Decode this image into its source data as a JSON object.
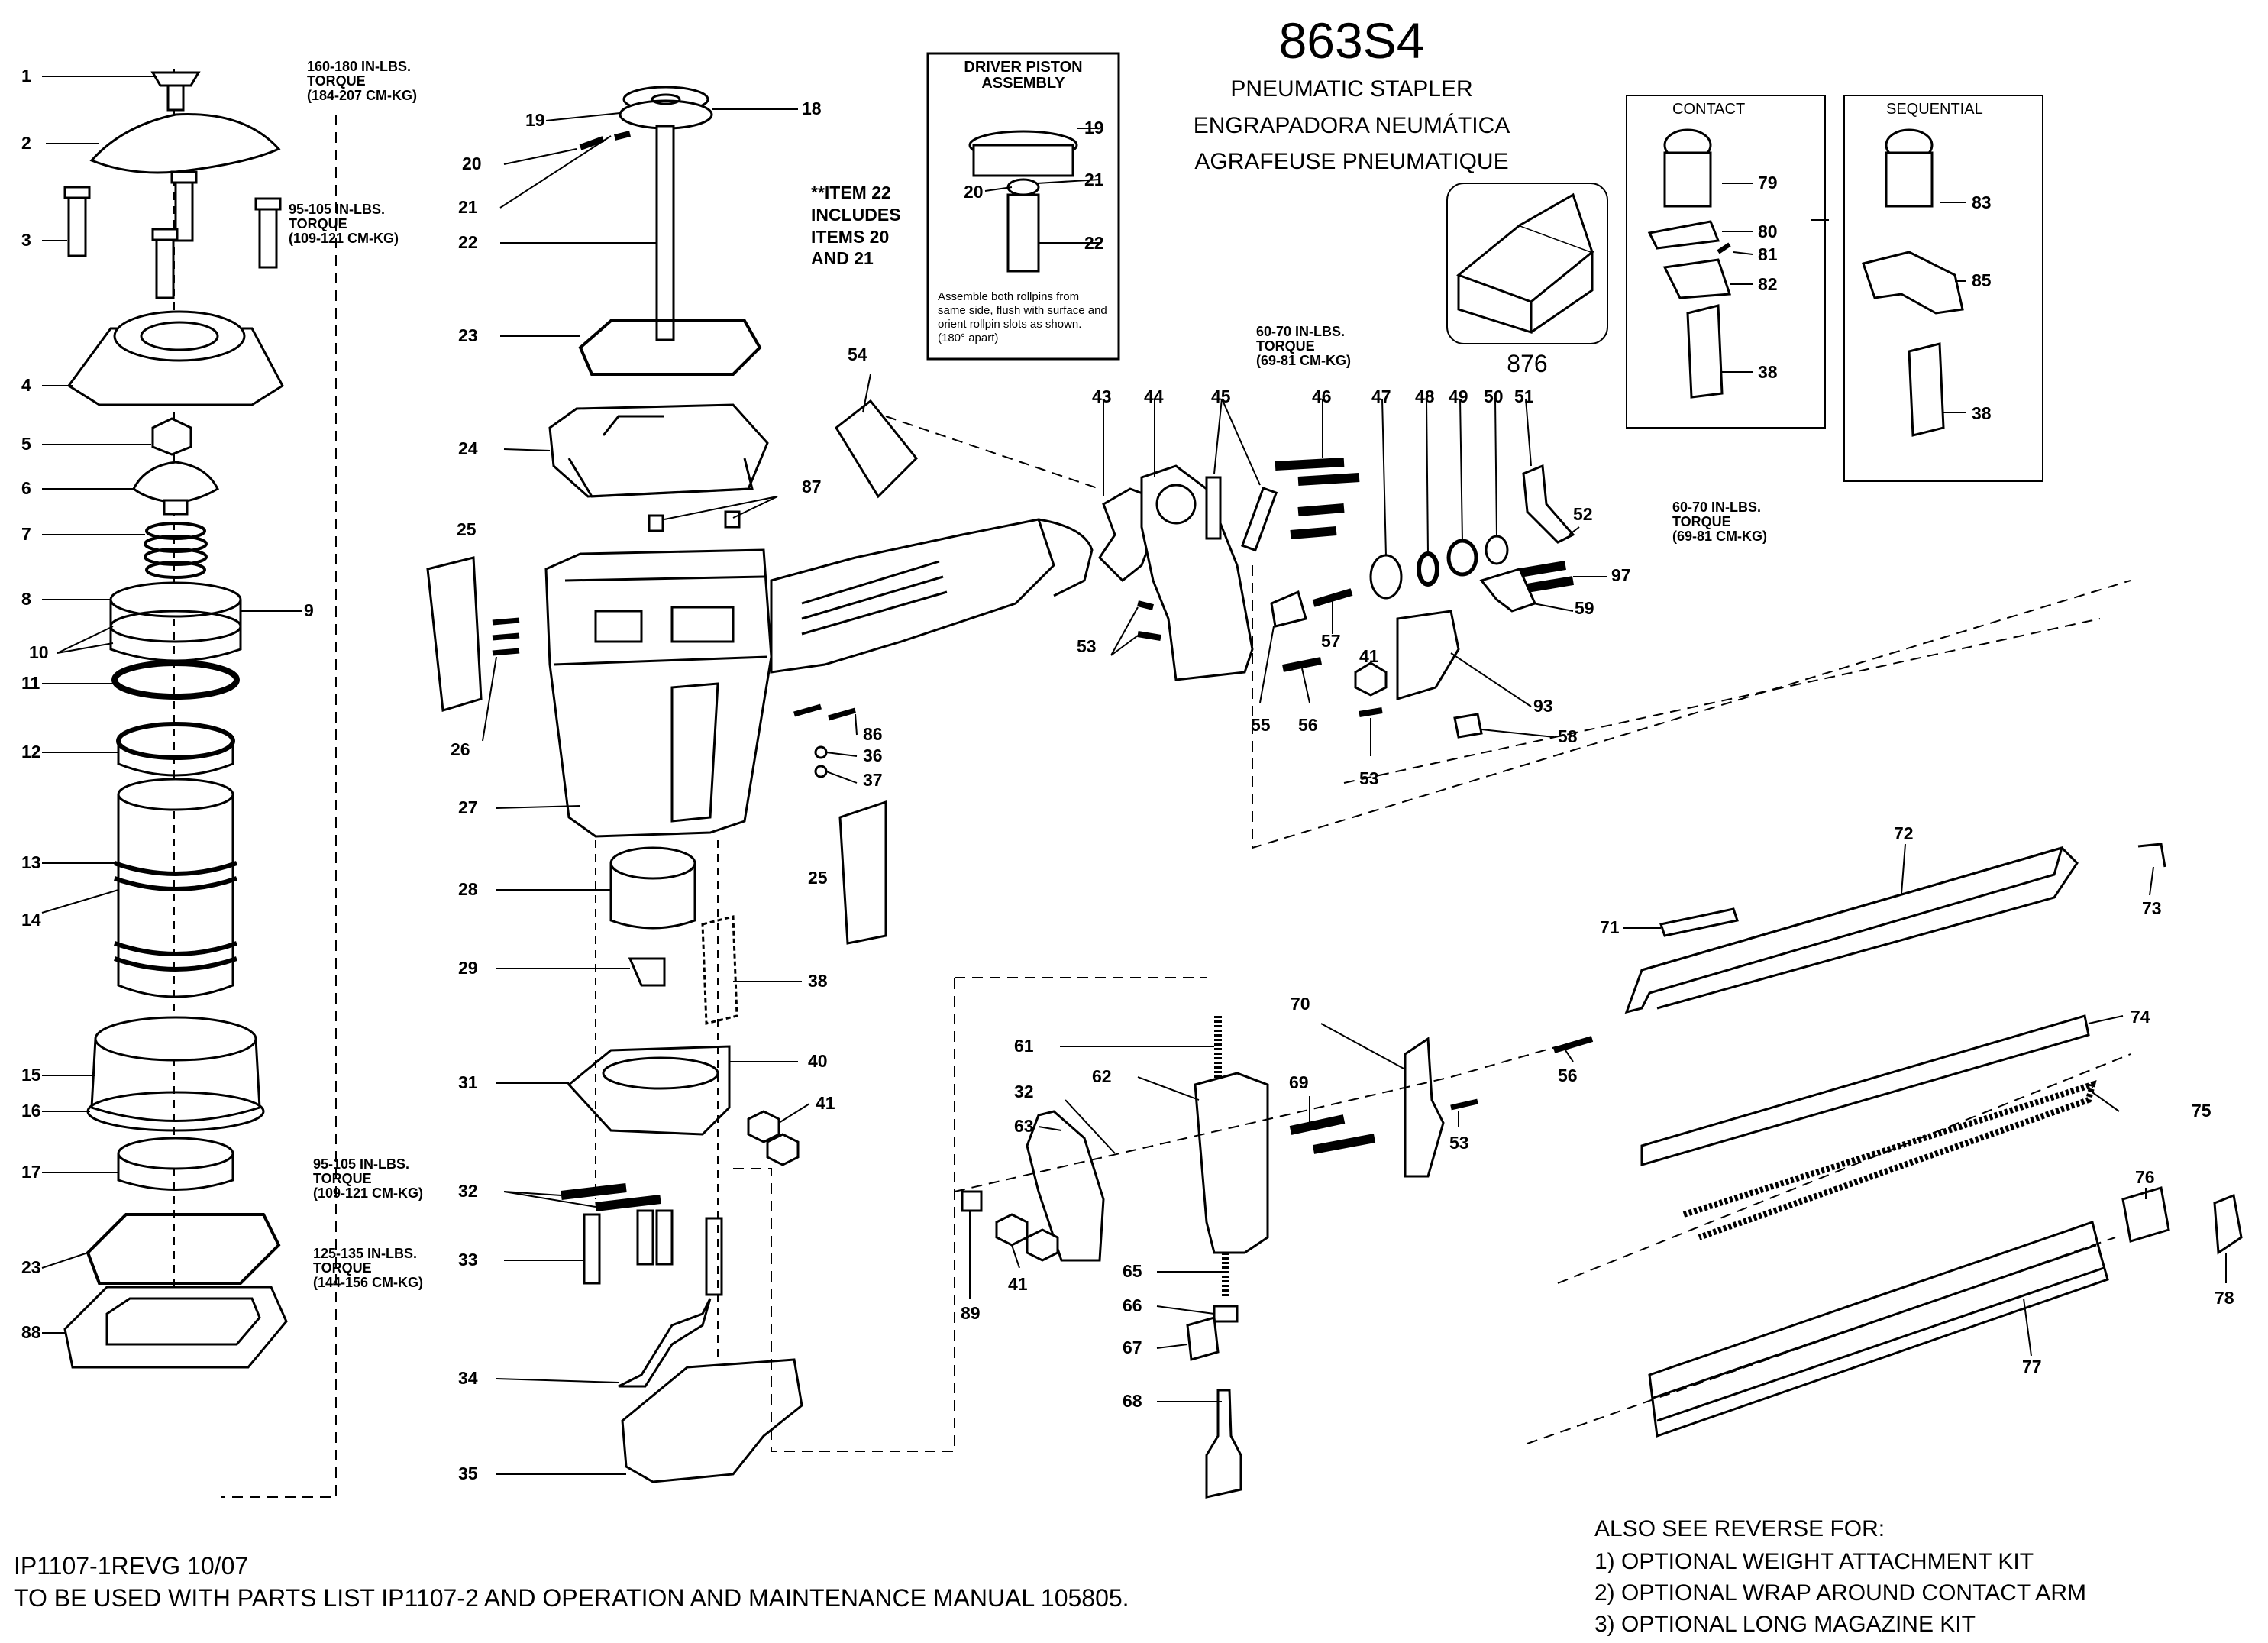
{
  "header": {
    "model": "863S4",
    "name_en": "PNEUMATIC STAPLER",
    "name_es": "ENGRAPADORA NEUMÁTICA",
    "name_fr": "AGRAFEUSE PNEUMATIQUE"
  },
  "inset_piston": {
    "title": "DRIVER PISTON ASSEMBLY",
    "caption": "Assemble both rollpins from same side, flush with surface and orient rollpin slots as shown. (180° apart)",
    "labels": [
      "19",
      "20",
      "21",
      "22"
    ]
  },
  "kit_box": {
    "label": "876"
  },
  "trigger_box": {
    "contact_title": "CONTACT",
    "sequential_title": "SEQUENTIAL",
    "contact_labels": [
      "79",
      "80",
      "81",
      "82",
      "38"
    ],
    "sequential_labels": [
      "83",
      "85",
      "38"
    ]
  },
  "notes": {
    "item22": "**ITEM 22\nINCLUDES\nITEMS 20\nAND 21"
  },
  "torques": {
    "t1": "160-180 IN-LBS.\nTORQUE\n(184-207 CM-KG)",
    "t2": "95-105 IN-LBS.\nTORQUE\n(109-121 CM-KG)",
    "t3": "95-105 IN-LBS.\nTORQUE\n(109-121 CM-KG)",
    "t4": "125-135 IN-LBS.\nTORQUE\n(144-156 CM-KG)",
    "t5": "60-70 IN-LBS.\nTORQUE\n(69-81 CM-KG)",
    "t6": "60-70 IN-LBS.\nTORQUE\n(69-81 CM-KG)"
  },
  "part_labels": {
    "left": [
      "1",
      "2",
      "3",
      "4",
      "5",
      "6",
      "7",
      "8",
      "9",
      "10",
      "11",
      "12",
      "13",
      "14",
      "15",
      "16",
      "17",
      "23",
      "88"
    ],
    "center": [
      "19",
      "18",
      "20",
      "21",
      "22",
      "23",
      "24",
      "87",
      "25",
      "26",
      "27",
      "28",
      "29",
      "38",
      "31",
      "40",
      "41",
      "32",
      "33",
      "34",
      "35",
      "86",
      "36",
      "37",
      "25",
      "54"
    ],
    "right": [
      "43",
      "44",
      "45",
      "46",
      "47",
      "48",
      "49",
      "50",
      "51",
      "52",
      "97",
      "59",
      "57",
      "53",
      "41",
      "93",
      "55",
      "56",
      "53",
      "58",
      "72",
      "71",
      "73",
      "74",
      "56",
      "70",
      "69",
      "53",
      "75",
      "61",
      "62",
      "32",
      "63",
      "89",
      "41",
      "65",
      "66",
      "67",
      "68",
      "76",
      "78",
      "77"
    ]
  },
  "footer": {
    "code": "IP1107-1REVG 10/07",
    "usage": "TO BE USED WITH PARTS LIST IP1107-2 AND OPERATION AND MAINTENANCE MANUAL 105805.",
    "see_reverse": "ALSO SEE REVERSE FOR:",
    "options": [
      "1) OPTIONAL WEIGHT ATTACHMENT KIT",
      "2) OPTIONAL WRAP AROUND CONTACT ARM",
      "3) OPTIONAL LONG MAGAZINE KIT"
    ]
  }
}
